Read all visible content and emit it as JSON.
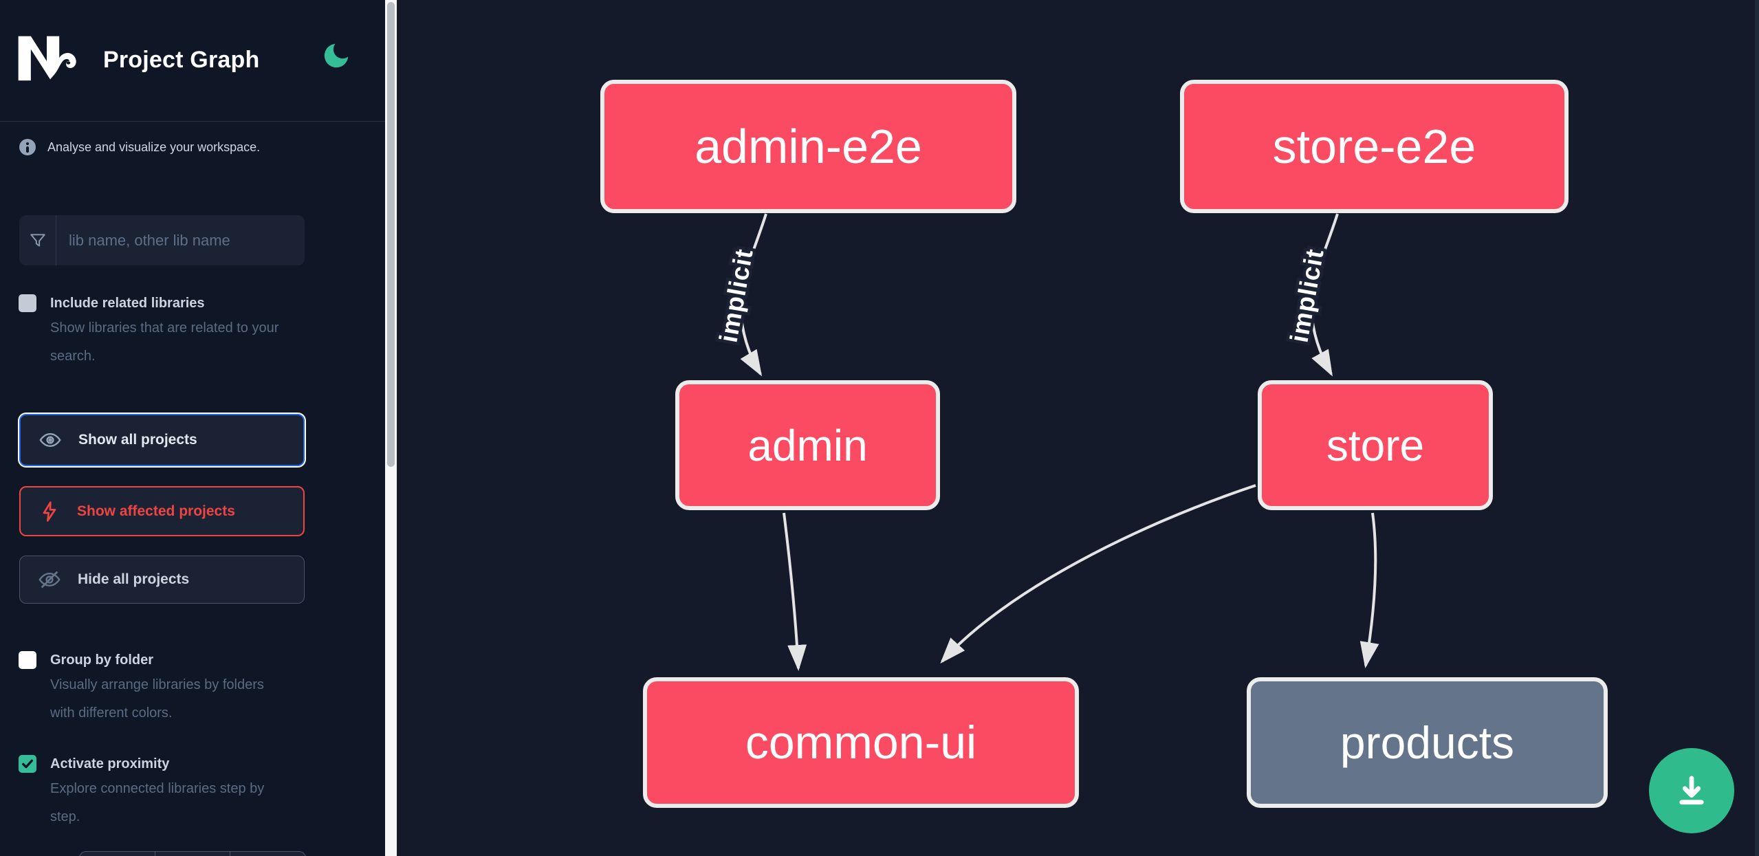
{
  "app": {
    "brand": "Nx",
    "title": "Project Graph",
    "theme_toggle_icon": "moon-icon"
  },
  "sidebar": {
    "tagline": "Analyse and visualize your workspace.",
    "search": {
      "placeholder": "lib name, other lib name",
      "icon": "filter-funnel-icon",
      "value": ""
    },
    "options": [
      {
        "label": "Include related libraries",
        "description": "Show libraries that are related to your search.",
        "checked": false
      },
      {
        "label": "Group by folder",
        "description": "Visually arrange libraries by folders with different colors.",
        "checked": false
      },
      {
        "label": "Activate proximity",
        "description": "Explore connected libraries step by step.",
        "checked": true
      }
    ],
    "actions": [
      {
        "label": "Show all projects",
        "icon": "eye-icon",
        "focused": true
      },
      {
        "label": "Show affected projects",
        "icon": "lightning-bolt-icon",
        "accent": "#ef4444"
      },
      {
        "label": "Hide all projects",
        "icon": "eye-off-icon"
      }
    ]
  },
  "graph": {
    "nodes": [
      {
        "id": "admin-e2e",
        "color": "#fb4b63"
      },
      {
        "id": "store-e2e",
        "color": "#fb4b63"
      },
      {
        "id": "admin",
        "color": "#fb4b63"
      },
      {
        "id": "store",
        "color": "#fb4b63"
      },
      {
        "id": "common-ui",
        "color": "#fb4b63"
      },
      {
        "id": "products",
        "color": "#64748b"
      }
    ],
    "edges": [
      {
        "source": "admin-e2e",
        "target": "admin",
        "label": "implicit"
      },
      {
        "source": "store-e2e",
        "target": "store",
        "label": "implicit"
      },
      {
        "source": "admin",
        "target": "common-ui",
        "label": ""
      },
      {
        "source": "store",
        "target": "common-ui",
        "label": ""
      },
      {
        "source": "store",
        "target": "products",
        "label": ""
      }
    ],
    "download_button_icon": "download-icon"
  },
  "colors": {
    "sidebar_bg": "#0f1726",
    "canvas_bg": "#141a29",
    "node_pink": "#fb4b63",
    "node_gray": "#64748b",
    "node_border": "#ececec",
    "edge": "#e4e4e4",
    "accent_green": "#34bd96",
    "download_green": "#2fbb8b",
    "focus_blue": "#2563eb",
    "affected_red": "#ef4444"
  }
}
